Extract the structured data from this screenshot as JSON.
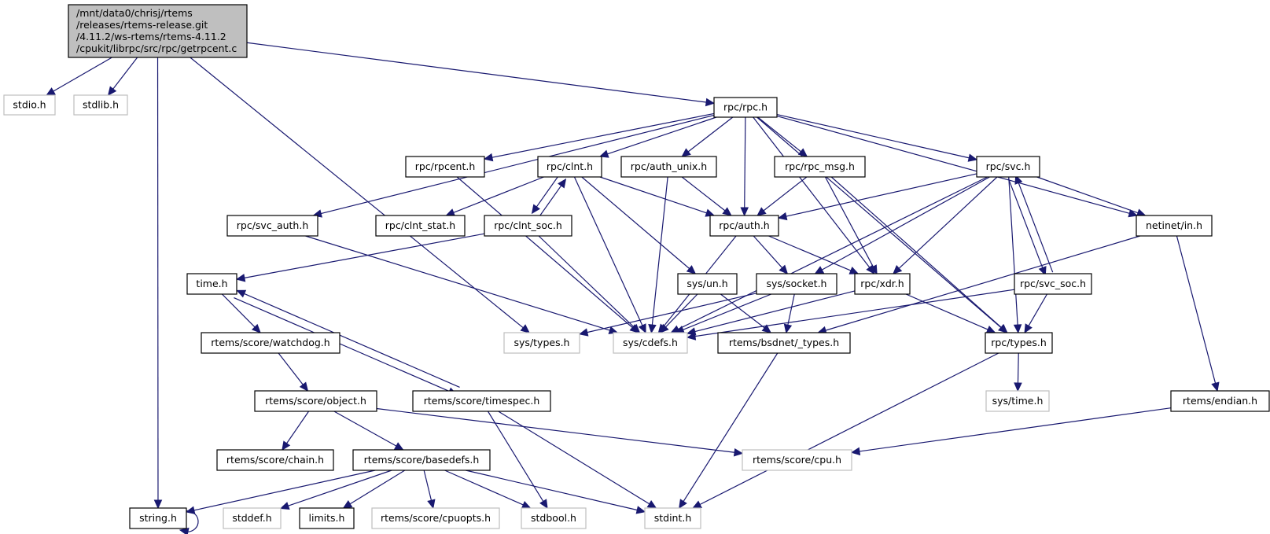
{
  "title": "Include dependency graph for getrpcent.c",
  "colors": {
    "edge": "#191970",
    "root_fill": "#bfbfbf",
    "solid_border": "#000000",
    "ghost_border": "#bfbfbf"
  },
  "nodes": [
    {
      "id": "root",
      "lines": [
        "/mnt/data0/chrisj/rtems",
        "/releases/rtems-release.git",
        "/4.11.2/ws-rtems/rtems-4.11.2",
        "/cpukit/librpc/src/rpc/getrpcent.c"
      ],
      "style": "root"
    },
    {
      "id": "stdio",
      "lines": [
        "stdio.h"
      ],
      "style": "ghost"
    },
    {
      "id": "stdlib",
      "lines": [
        "stdlib.h"
      ],
      "style": "ghost"
    },
    {
      "id": "rpc",
      "lines": [
        "rpc/rpc.h"
      ],
      "style": "solid"
    },
    {
      "id": "rpcent",
      "lines": [
        "rpc/rpcent.h"
      ],
      "style": "solid"
    },
    {
      "id": "clnt",
      "lines": [
        "rpc/clnt.h"
      ],
      "style": "solid"
    },
    {
      "id": "auth_unix",
      "lines": [
        "rpc/auth_unix.h"
      ],
      "style": "solid"
    },
    {
      "id": "rpc_msg",
      "lines": [
        "rpc/rpc_msg.h"
      ],
      "style": "solid"
    },
    {
      "id": "svc",
      "lines": [
        "rpc/svc.h"
      ],
      "style": "solid"
    },
    {
      "id": "svc_auth",
      "lines": [
        "rpc/svc_auth.h"
      ],
      "style": "solid"
    },
    {
      "id": "clnt_stat",
      "lines": [
        "rpc/clnt_stat.h"
      ],
      "style": "solid"
    },
    {
      "id": "clnt_soc",
      "lines": [
        "rpc/clnt_soc.h"
      ],
      "style": "solid"
    },
    {
      "id": "auth",
      "lines": [
        "rpc/auth.h"
      ],
      "style": "solid"
    },
    {
      "id": "netinet_in",
      "lines": [
        "netinet/in.h"
      ],
      "style": "solid"
    },
    {
      "id": "time",
      "lines": [
        "time.h"
      ],
      "style": "solid"
    },
    {
      "id": "sys_un",
      "lines": [
        "sys/un.h"
      ],
      "style": "solid"
    },
    {
      "id": "sys_socket",
      "lines": [
        "sys/socket.h"
      ],
      "style": "solid"
    },
    {
      "id": "xdr",
      "lines": [
        "rpc/xdr.h"
      ],
      "style": "solid"
    },
    {
      "id": "svc_soc",
      "lines": [
        "rpc/svc_soc.h"
      ],
      "style": "solid"
    },
    {
      "id": "sys_types",
      "lines": [
        "sys/types.h"
      ],
      "style": "ghost"
    },
    {
      "id": "sys_cdefs",
      "lines": [
        "sys/cdefs.h"
      ],
      "style": "ghost"
    },
    {
      "id": "bsdnet_types",
      "lines": [
        "rtems/bsdnet/_types.h"
      ],
      "style": "solid"
    },
    {
      "id": "rpc_types",
      "lines": [
        "rpc/types.h"
      ],
      "style": "solid"
    },
    {
      "id": "watchdog",
      "lines": [
        "rtems/score/watchdog.h"
      ],
      "style": "solid"
    },
    {
      "id": "sys_time",
      "lines": [
        "sys/time.h"
      ],
      "style": "ghost"
    },
    {
      "id": "endian",
      "lines": [
        "rtems/endian.h"
      ],
      "style": "solid"
    },
    {
      "id": "object",
      "lines": [
        "rtems/score/object.h"
      ],
      "style": "solid"
    },
    {
      "id": "timespec",
      "lines": [
        "rtems/score/timespec.h"
      ],
      "style": "solid"
    },
    {
      "id": "chain",
      "lines": [
        "rtems/score/chain.h"
      ],
      "style": "solid"
    },
    {
      "id": "basedefs",
      "lines": [
        "rtems/score/basedefs.h"
      ],
      "style": "solid"
    },
    {
      "id": "cpu",
      "lines": [
        "rtems/score/cpu.h"
      ],
      "style": "ghost"
    },
    {
      "id": "string",
      "lines": [
        "string.h"
      ],
      "style": "solid"
    },
    {
      "id": "stddef",
      "lines": [
        "stddef.h"
      ],
      "style": "ghost"
    },
    {
      "id": "limits",
      "lines": [
        "limits.h"
      ],
      "style": "solid"
    },
    {
      "id": "cpuopts",
      "lines": [
        "rtems/score/cpuopts.h"
      ],
      "style": "ghost"
    },
    {
      "id": "stdbool",
      "lines": [
        "stdbool.h"
      ],
      "style": "ghost"
    },
    {
      "id": "stdint",
      "lines": [
        "stdint.h"
      ],
      "style": "ghost"
    }
  ],
  "edges": [
    [
      "root",
      "stdio"
    ],
    [
      "root",
      "stdlib"
    ],
    [
      "root",
      "rpc"
    ],
    [
      "root",
      "string"
    ],
    [
      "root",
      "sys_types"
    ],
    [
      "rpc",
      "rpcent"
    ],
    [
      "rpc",
      "clnt"
    ],
    [
      "rpc",
      "auth_unix"
    ],
    [
      "rpc",
      "rpc_msg"
    ],
    [
      "rpc",
      "svc"
    ],
    [
      "rpc",
      "svc_auth"
    ],
    [
      "rpc",
      "auth"
    ],
    [
      "rpc",
      "xdr"
    ],
    [
      "rpc",
      "netinet_in"
    ],
    [
      "rpc",
      "rpc_types"
    ],
    [
      "rpcent",
      "sys_cdefs"
    ],
    [
      "clnt",
      "clnt_stat"
    ],
    [
      "clnt",
      "clnt_soc"
    ],
    [
      "clnt",
      "auth"
    ],
    [
      "clnt",
      "sys_un"
    ],
    [
      "clnt",
      "sys_cdefs"
    ],
    [
      "clnt_soc",
      "clnt"
    ],
    [
      "clnt_soc",
      "time"
    ],
    [
      "clnt_soc",
      "sys_cdefs"
    ],
    [
      "auth_unix",
      "auth"
    ],
    [
      "auth_unix",
      "sys_cdefs"
    ],
    [
      "rpc_msg",
      "auth"
    ],
    [
      "rpc_msg",
      "xdr"
    ],
    [
      "rpc_msg",
      "rpc_types"
    ],
    [
      "svc",
      "auth"
    ],
    [
      "svc",
      "sys_socket"
    ],
    [
      "svc",
      "xdr"
    ],
    [
      "svc",
      "sys_cdefs"
    ],
    [
      "svc",
      "svc_soc"
    ],
    [
      "svc",
      "netinet_in"
    ],
    [
      "svc",
      "rpc_types"
    ],
    [
      "svc_soc",
      "svc"
    ],
    [
      "svc_soc",
      "rpc_types"
    ],
    [
      "svc_soc",
      "sys_cdefs"
    ],
    [
      "svc_auth",
      "sys_cdefs"
    ],
    [
      "auth",
      "sys_socket"
    ],
    [
      "auth",
      "xdr"
    ],
    [
      "auth",
      "sys_cdefs"
    ],
    [
      "netinet_in",
      "bsdnet_types"
    ],
    [
      "netinet_in",
      "endian"
    ],
    [
      "sys_un",
      "sys_cdefs"
    ],
    [
      "sys_un",
      "bsdnet_types"
    ],
    [
      "sys_socket",
      "sys_types"
    ],
    [
      "sys_socket",
      "sys_cdefs"
    ],
    [
      "sys_socket",
      "bsdnet_types"
    ],
    [
      "xdr",
      "sys_cdefs"
    ],
    [
      "xdr",
      "rpc_types"
    ],
    [
      "rpc_types",
      "sys_time"
    ],
    [
      "rpc_types",
      "stdint"
    ],
    [
      "bsdnet_types",
      "stdint"
    ],
    [
      "time",
      "watchdog"
    ],
    [
      "time",
      "timespec"
    ],
    [
      "timespec",
      "time"
    ],
    [
      "timespec",
      "stdbool"
    ],
    [
      "timespec",
      "stdint"
    ],
    [
      "watchdog",
      "object"
    ],
    [
      "object",
      "chain"
    ],
    [
      "object",
      "basedefs"
    ],
    [
      "object",
      "cpu"
    ],
    [
      "endian",
      "cpu"
    ],
    [
      "basedefs",
      "string"
    ],
    [
      "basedefs",
      "stddef"
    ],
    [
      "basedefs",
      "limits"
    ],
    [
      "basedefs",
      "cpuopts"
    ],
    [
      "basedefs",
      "stdbool"
    ],
    [
      "basedefs",
      "stdint"
    ],
    [
      "string",
      "string"
    ]
  ]
}
